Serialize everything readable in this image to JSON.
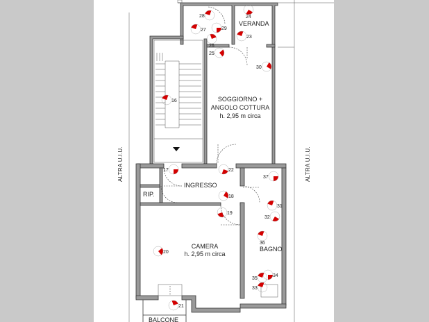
{
  "side_labels": {
    "left": "ALTRA U.I.U.",
    "right": "ALTRA U.I.U."
  },
  "rooms": {
    "veranda": "VERANDA",
    "soggiorno_line1": "SOGGIORNO +",
    "soggiorno_line2": "ANGOLO COTTURA",
    "soggiorno_line3": "h. 2,95 m circa",
    "ingresso": "INGRESSO",
    "rip": "RIP.",
    "camera_line1": "CAMERA",
    "camera_line2": "h. 2,95 m circa",
    "bagno": "BAGNO",
    "balcone": "BALCONE"
  },
  "photo_points": [
    "16",
    "17",
    "18",
    "19",
    "20",
    "21",
    "22",
    "23",
    "24",
    "25",
    "26",
    "27",
    "28",
    "29",
    "30",
    "31",
    "32",
    "33",
    "34",
    "35",
    "36",
    "37"
  ],
  "colors": {
    "marker": "#d40000",
    "wall": "#9a9a9a",
    "background": "#c9c9c9"
  }
}
